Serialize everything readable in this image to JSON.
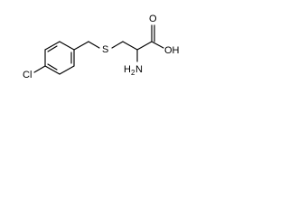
{
  "structure": {
    "labels": {
      "chlorine": "Cl",
      "sulfur": "S",
      "oxygen_carbonyl": "O",
      "hydroxyl": "OH",
      "amine_h": "H",
      "amine_sub": "2",
      "amine_n": "N"
    }
  }
}
